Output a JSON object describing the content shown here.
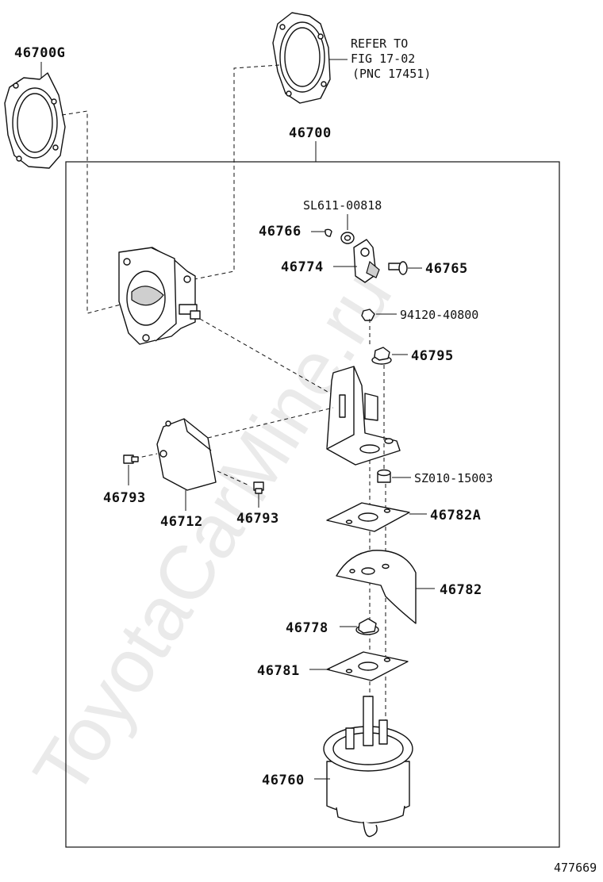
{
  "watermark": "ToyotaCarMine.ru",
  "diagram_id": "477669",
  "reference": {
    "line1": "REFER TO",
    "line2": "FIG 17-02",
    "line3": "(PNC 17451)"
  },
  "labels": {
    "assembly": "46700",
    "gasket_outer": "46700G",
    "bolt_sl": "SL611-00818",
    "pin": "46766",
    "lever": "46774",
    "bolt_46765": "46765",
    "nut_94120": "94120-40800",
    "nut_46795": "46795",
    "collar_sz": "SZ010-15003",
    "gasket_a": "46782A",
    "insulator": "46782",
    "nut_46778": "46778",
    "gasket_46781": "46781",
    "actuator": "46760",
    "cover": "46712",
    "screw_left": "46793",
    "screw_right": "46793"
  }
}
